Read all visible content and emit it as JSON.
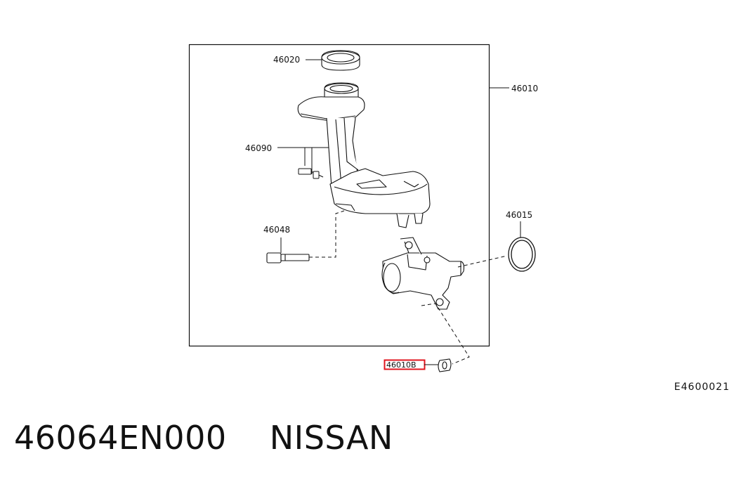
{
  "callouts": {
    "reservoir_cap": "46020",
    "master_cylinder_assy": "46010",
    "reservoir_tank": "46090",
    "sensor_switch": "46048",
    "o_ring": "46015",
    "nut_highlighted": "46010B"
  },
  "diagram_code": "E4600021",
  "caption": {
    "part_number": "46064EN000",
    "brand": "NISSAN"
  },
  "colors": {
    "highlight": "#e0141e",
    "line": "#111111"
  }
}
